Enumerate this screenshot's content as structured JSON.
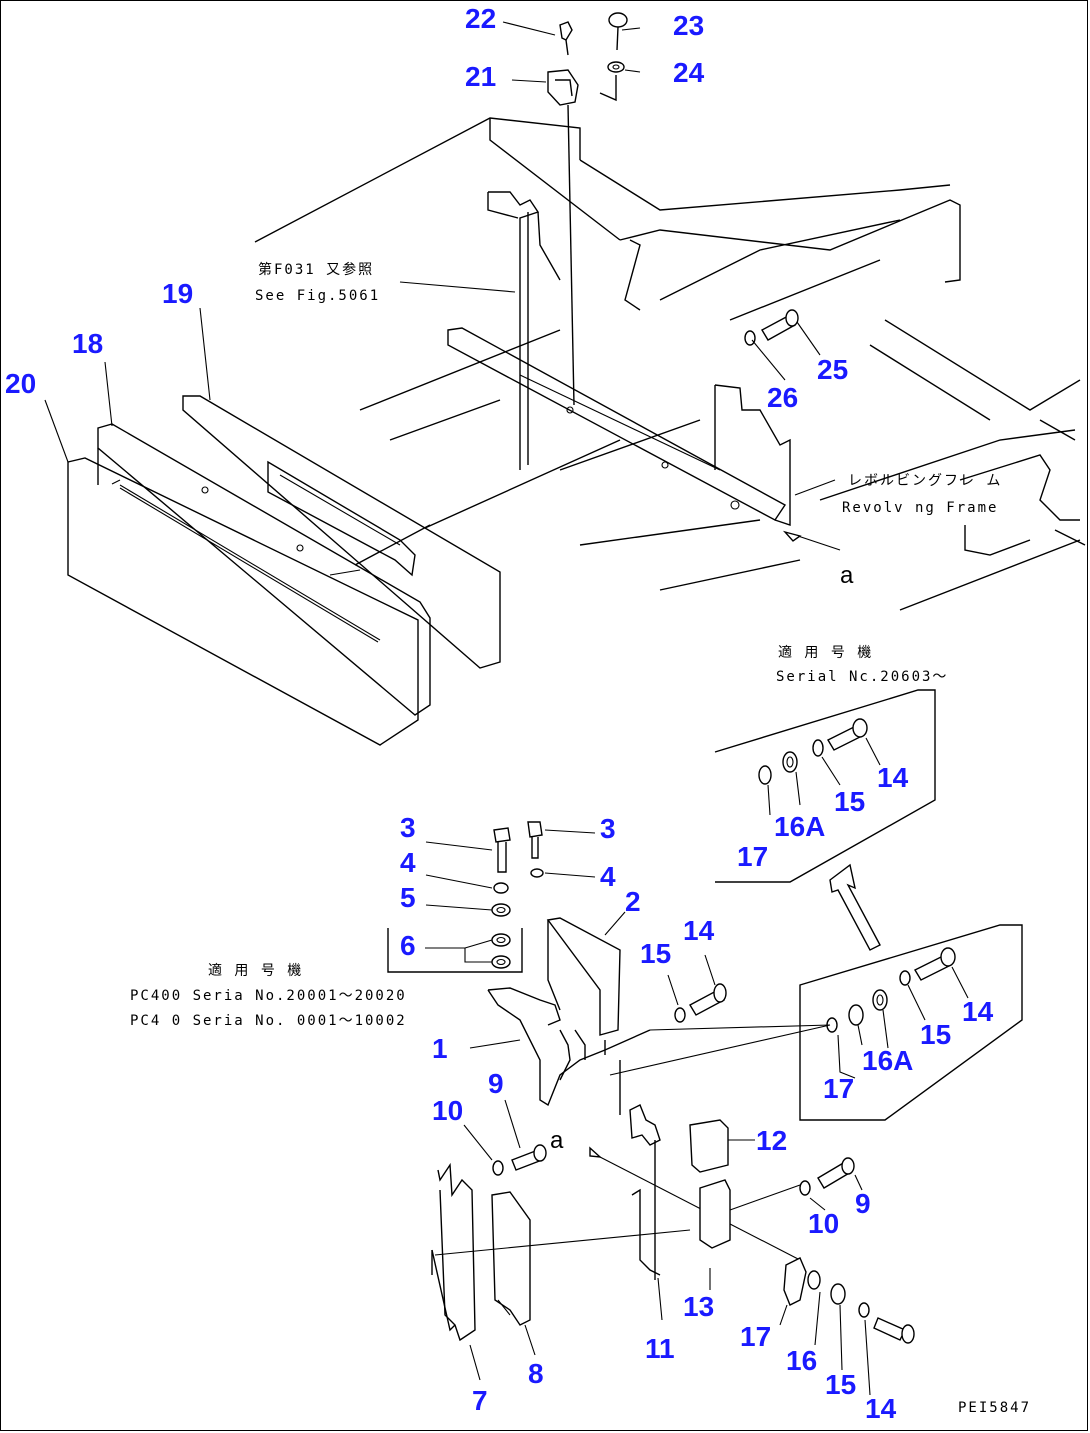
{
  "drawing_code": "PEI5847",
  "notes": {
    "see_fig_jp": "第F031 又参照",
    "see_fig_en": "See Fig.5061",
    "frame_jp": "レボルビングフレ ム",
    "frame_en": "Revolv ng Frame",
    "serial_jp": "適 用 号 機",
    "serial_en": "Serial Nc.20603～",
    "models_jp": "適 用 号 機",
    "models_pc400": "PC400 Seria  No.20001～20020",
    "models_pc4x0": "PC4 0 Seria  No. 0001～10002",
    "view_a": "a"
  },
  "part_labels": {
    "p1": "1",
    "p2": "2",
    "p3a": "3",
    "p3b": "3",
    "p4a": "4",
    "p4b": "4",
    "p5": "5",
    "p6": "6",
    "p7": "7",
    "p8": "8",
    "p9a": "9",
    "p9b": "9",
    "p10a": "10",
    "p10b": "10",
    "p11": "11",
    "p12": "12",
    "p13": "13",
    "p14a": "14",
    "p14b": "14",
    "p14c": "14",
    "p14d": "14",
    "p15a": "15",
    "p15b": "15",
    "p15c": "15",
    "p15d": "15",
    "p16": "16",
    "p16aa": "16A",
    "p16ab": "16A",
    "p17a": "17",
    "p17b": "17",
    "p17c": "17",
    "p18": "18",
    "p19": "19",
    "p20": "20",
    "p21": "21",
    "p22": "22",
    "p23": "23",
    "p24": "24",
    "p25": "25",
    "p26": "26"
  }
}
